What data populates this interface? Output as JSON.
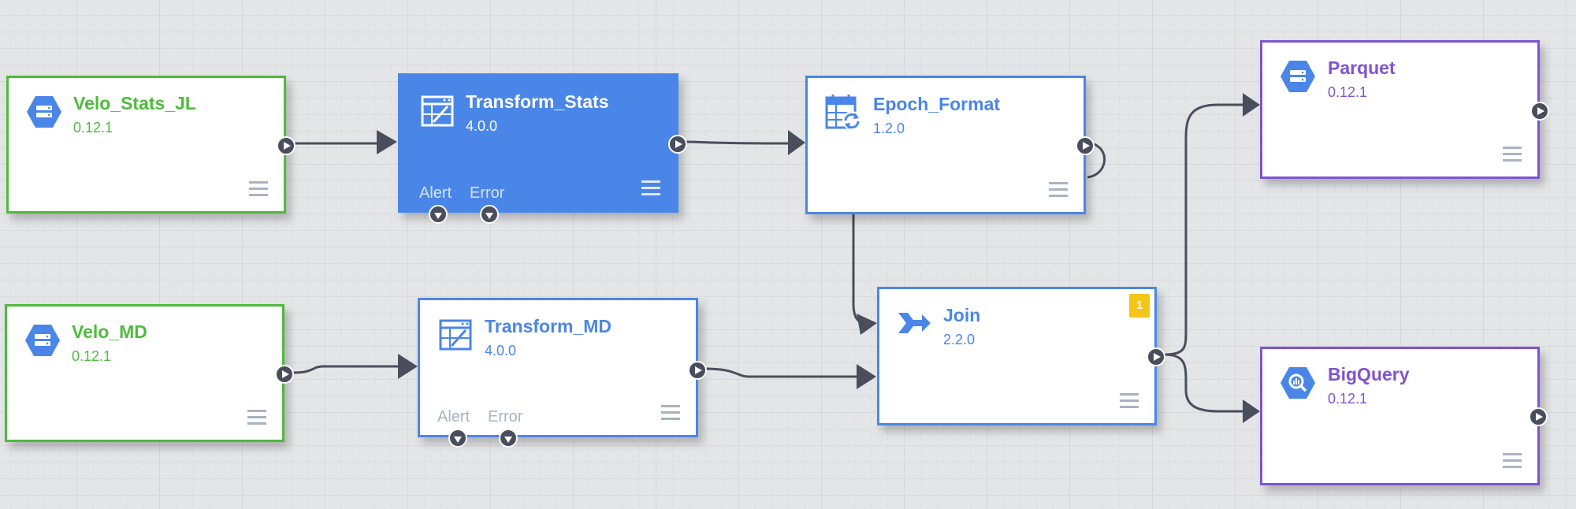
{
  "nodes": {
    "velo_stats_jl": {
      "name": "Velo_Stats_JL",
      "version": "0.12.1",
      "icon": "database-icon"
    },
    "velo_md": {
      "name": "Velo_MD",
      "version": "0.12.1",
      "icon": "database-icon"
    },
    "transform_stats": {
      "name": "Transform_Stats",
      "version": "4.0.0",
      "icon": "wrangler-icon",
      "alert_label": "Alert",
      "error_label": "Error"
    },
    "transform_md": {
      "name": "Transform_MD",
      "version": "4.0.0",
      "icon": "wrangler-icon",
      "alert_label": "Alert",
      "error_label": "Error"
    },
    "epoch_format": {
      "name": "Epoch_Format",
      "version": "1.2.0",
      "icon": "calendar-refresh-icon"
    },
    "join": {
      "name": "Join",
      "version": "2.2.0",
      "icon": "merge-icon",
      "badge": "1"
    },
    "parquet": {
      "name": "Parquet",
      "version": "0.12.1",
      "icon": "database-icon"
    },
    "bigquery": {
      "name": "BigQuery",
      "version": "0.12.1",
      "icon": "bigquery-icon"
    }
  },
  "colors": {
    "source": "#4dbb3c",
    "transform": "#4a86e8",
    "sink": "#8053cf",
    "wire": "#4a4e5c",
    "badge": "#f5c518",
    "canvas": "#e4e5e7"
  }
}
